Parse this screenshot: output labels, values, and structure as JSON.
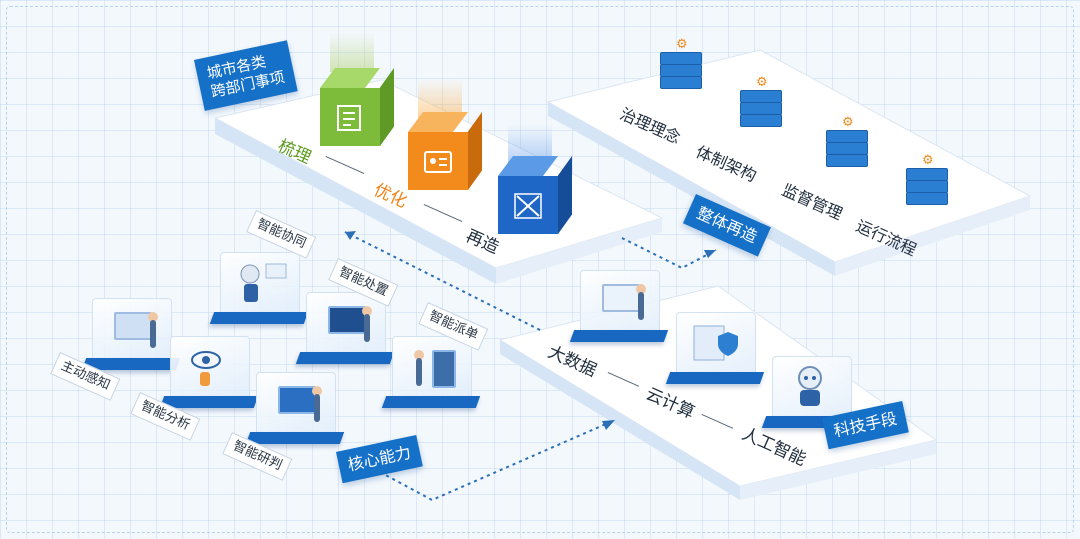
{
  "badges": {
    "city": [
      "城市各类",
      "跨部门事项"
    ],
    "overall": "整体再造",
    "core": "核心能力",
    "tech": "科技手段"
  },
  "process": [
    "梳理",
    "优化",
    "再造"
  ],
  "governance": [
    "治理理念",
    "体制架构",
    "监督管理",
    "运行流程"
  ],
  "capabilities": [
    "智能协同",
    "智能处置",
    "智能派单",
    "主动感知",
    "智能分析",
    "智能研判"
  ],
  "technology": [
    "大数据",
    "云计算",
    "人工智能"
  ],
  "colors": {
    "badge_blue": "#1570c8",
    "cube_green": "#7cbc3a",
    "cube_orange": "#f28a1c",
    "cube_blue": "#1f67c7",
    "server_blue": "#2a7fd2",
    "accent_orange": "#f28a1c"
  },
  "icons": {
    "process_cubes": [
      "list-document-icon",
      "id-card-icon",
      "edit-tools-icon"
    ],
    "governance_servers": "server-gear-icon",
    "capability_tiles": [
      "person-screen-icon",
      "robot-assistant-icon",
      "data-dashboard-icon",
      "kiosk-icon",
      "eye-analysis-icon",
      "laptop-analysis-icon"
    ],
    "technology_tiles": [
      "bigdata-dashboard-icon",
      "cloud-security-icon",
      "ai-robot-icon"
    ]
  }
}
